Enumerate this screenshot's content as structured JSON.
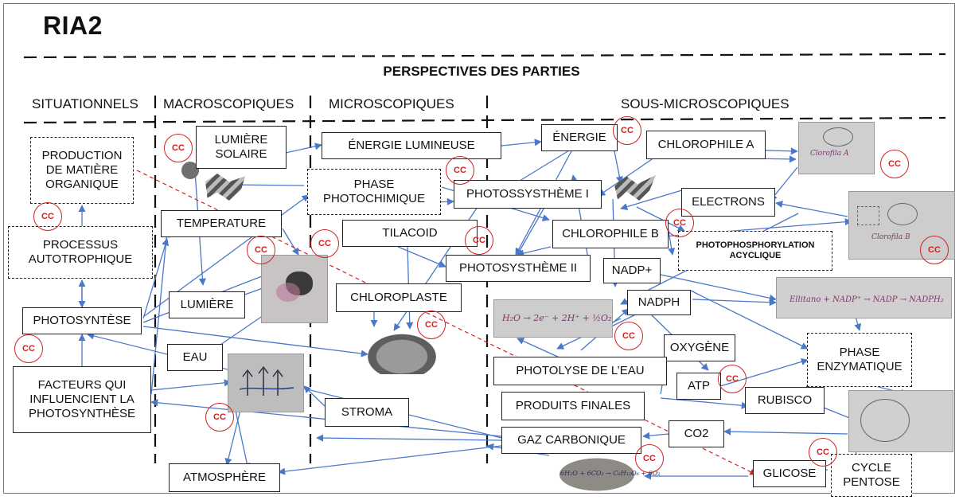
{
  "title": "RIA2",
  "subtitle": "PERSPECTIVES DES PARTIES",
  "columns": [
    "SITUATIONNELS",
    "MACROSCOPIQUES",
    "MICROSCOPIQUES",
    "SOUS-MICROSCOPIQUES"
  ],
  "concepts": {
    "production": "PRODUCTION DE MATIÈRE ORGANIQUE",
    "processus": "PROCESSUS AUTOTROPHIQUE",
    "photosyntese": "PHOTOSYNTÈSE",
    "facteurs": "FACTEURS QUI INFLUENCIENT LA PHOTOSYNTHÈSE",
    "lumiere_solaire": "LUMIÈRE SOLAIRE",
    "temperature": "TEMPERATURE",
    "lumiere": "LUMIÈRE",
    "eau": "EAU",
    "atmosphere": "ATMOSPHÈRE",
    "energie_lumineuse": "ÉNERGIE LUMINEUSE",
    "phase_photochimique": "PHASE PHOTOCHIMIQUE",
    "tilacoid": "TILACOID",
    "chloroplaste": "CHLOROPLASTE",
    "stroma": "STROMA",
    "energie": "ÉNERGIE",
    "chlorophile_a": "CHLOROPHILE A",
    "photosysteme_1": "PHOTOSSYSTHÈME I",
    "electrons": "ELECTRONS",
    "chlorophile_b": "CHLOROPHILE B",
    "photophosphorylation": "PHOTOPHOSPHORYLATION ACYCLIQUE",
    "photosysteme_2": "PHOTOSYSTHÈME II",
    "nadp_plus": "NADP+",
    "nadph": "NADPH",
    "oxygene": "OXYGÈNE",
    "photolyse": "PHOTOLYSE DE L’EAU",
    "phase_enzymatique": "PHASE ENZYMATIQUE",
    "produits_finales": "PRODUITS FINALES",
    "atp": "ATP",
    "rubisco": "RUBISCO",
    "co2": "CO2",
    "gaz_carbonique": "GAZ CARBONIQUE",
    "glicose": "GLICOSE",
    "cycle_pentose": "CYCLE PENTOSE"
  },
  "cc_label": "CC",
  "handwriting": {
    "chlorophile_a_note": "Clorofila A",
    "chlorophile_b_note": "Clorofila B",
    "nadph_note": "Ellitano + NADP⁺ → NADP → NADPH₂",
    "photolyse_note": "H₂O → 2e⁻ + 2H⁺ + ½O₂",
    "glucose_note": "6H₂O + 6CO₂ → C₆H₁₂O₆ + 6O₂"
  },
  "colors": {
    "link": "#4a78c8",
    "cc": "#d42020",
    "dashed_link": "#d42020"
  }
}
